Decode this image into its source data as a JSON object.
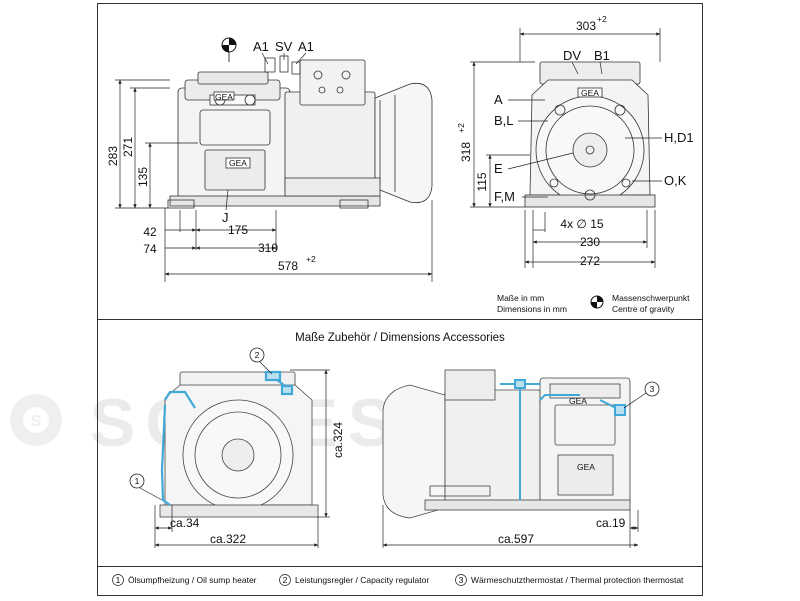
{
  "watermark": {
    "text": "SCHIESSL",
    "color": "#d8d8d8"
  },
  "colors": {
    "accessory": "#3fa9d8",
    "line": "#222222",
    "frame": "#333333"
  },
  "side_view": {
    "ports_top": [
      "A1",
      "SV",
      "A1"
    ],
    "port_bottom": "J",
    "dims_vertical": [
      "283",
      "271",
      "135"
    ],
    "dims_horizontal": [
      "42",
      "175",
      "74",
      "310",
      "578"
    ],
    "tolerance": "+2"
  },
  "end_view": {
    "dim_width_top": "303",
    "tolerance_top": "+2",
    "ports_top": [
      "DV",
      "B1"
    ],
    "ports_left": [
      "A",
      "B,L",
      "E",
      "F,M"
    ],
    "ports_right": [
      "H,D1",
      "O,K"
    ],
    "dim_height": "318",
    "tolerance_height": "+2",
    "dim_base_height": "115",
    "dims_bottom": [
      "4x ∅ 15",
      "230",
      "272"
    ]
  },
  "legend_top": {
    "units_de": "Maße in mm",
    "units_en": "Dimensions in mm",
    "cog_de": "Massenschwerpunkt",
    "cog_en": "Centre of gravity"
  },
  "accessories": {
    "title": "Maße Zubehör / Dimensions Accessories",
    "front": {
      "callouts": [
        "1",
        "2"
      ],
      "dims": [
        "ca.34",
        "ca.322",
        "ca.324"
      ]
    },
    "side": {
      "callouts": [
        "3"
      ],
      "dims": [
        "ca.597",
        "ca.19"
      ]
    },
    "legend": [
      {
        "num": "1",
        "text": "Ölsumpfheizung / Oil sump heater"
      },
      {
        "num": "2",
        "text": "Leistungsregler / Capacity regulator"
      },
      {
        "num": "3",
        "text": "Wärmeschutzthermostat / Thermal protection thermostat"
      }
    ]
  }
}
